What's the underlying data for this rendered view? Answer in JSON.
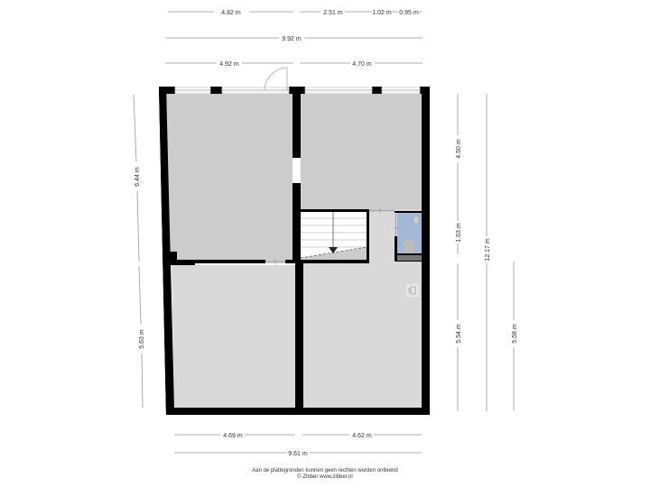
{
  "floorplan": {
    "colors": {
      "wall": "#000000",
      "room_fill": "#cccccc",
      "room_fill_light": "#d9d9d9",
      "wc_fill": "#a3b7d6",
      "dimension_line": "#999999",
      "dimension_text": "#333333",
      "stair_fill": "#ffffff"
    },
    "dimensions_top": {
      "row1": [
        "4.82 m",
        "2.51 m",
        "1.02 m",
        "0.95 m"
      ],
      "row2": [
        "9.92 m"
      ],
      "row3": [
        "4.92 m",
        "4.70 m"
      ]
    },
    "dimensions_left": [
      "6.44 m",
      "5.63 m"
    ],
    "dimensions_right": {
      "col1": [
        "4.50 m",
        "1.63 m",
        "5.54 m"
      ],
      "col2": [
        "12.17 m"
      ],
      "col3": [
        "5.58 m"
      ]
    },
    "dimensions_bottom": {
      "row1": [
        "4.69 m",
        "4.62 m"
      ],
      "row2": [
        "9.61 m"
      ]
    },
    "rooms": [
      {
        "name": "front-left-room"
      },
      {
        "name": "front-right-room"
      },
      {
        "name": "back-left-room"
      },
      {
        "name": "back-right-room"
      },
      {
        "name": "stairwell"
      },
      {
        "name": "toilet"
      }
    ]
  },
  "footer": {
    "disclaimer": "Aan de plattegronden kunnen geen rechten worden ontleend",
    "copyright": "© Zibber www.zibber.nl"
  }
}
